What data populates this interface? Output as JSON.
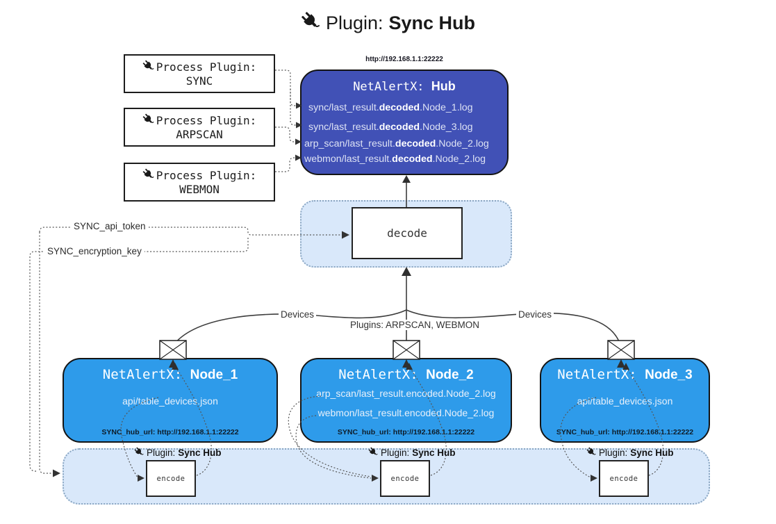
{
  "title": {
    "icon": "plug-icon",
    "prefix": "Plugin:",
    "name": "Sync Hub"
  },
  "process_plugins": {
    "label": "Process Plugin:",
    "items": [
      {
        "name": "SYNC"
      },
      {
        "name": "ARPSCAN"
      },
      {
        "name": "WEBMON"
      }
    ]
  },
  "hub": {
    "url": "http://192.168.1.1:22222",
    "title_prefix": "NetAlertX:",
    "title_name": "Hub",
    "files": [
      {
        "pre": "sync/last_result.",
        "bold": "decoded",
        "post": ".Node_1.log"
      },
      {
        "pre": "sync/last_result.",
        "bold": "decoded",
        "post": ".Node_3.log"
      },
      {
        "pre": "arp_scan/last_result.",
        "bold": "decoded",
        "post": ".Node_2.log"
      },
      {
        "pre": "webmon/last_result.",
        "bold": "decoded",
        "post": ".Node_2.log"
      }
    ]
  },
  "decode_box": {
    "label": "decode"
  },
  "secrets": {
    "api_token": "SYNC_api_token",
    "encryption_key": "SYNC_encryption_key"
  },
  "edge_labels": {
    "devices_left": "Devices",
    "devices_right": "Devices",
    "plugins_center": "Plugins: ARPSCAN, WEBMON"
  },
  "nodes": [
    {
      "title_prefix": "NetAlertX:",
      "title_name": "Node_1",
      "files": [
        "api/table_devices.json"
      ],
      "hub_url": "SYNC_hub_url: http://192.168.1.1:22222"
    },
    {
      "title_prefix": "NetAlertX:",
      "title_name": "Node_2",
      "files": [
        "arp_scan/last_result.encoded.Node_2.log",
        "webmon/last_result.encoded.Node_2.log"
      ],
      "hub_url": "SYNC_hub_url: http://192.168.1.1:22222"
    },
    {
      "title_prefix": "NetAlertX:",
      "title_name": "Node_3",
      "files": [
        "api/table_devices.json"
      ],
      "hub_url": "SYNC_hub_url: http://192.168.1.1:22222"
    }
  ],
  "encode_sections": {
    "plugin_prefix": "Plugin:",
    "plugin_name": "Sync Hub",
    "box_label": "encode"
  },
  "colors": {
    "hub_bg": "#4151b6",
    "node_bg": "#2e9bea",
    "container_bg": "#d9e8fa",
    "container_border": "#8aa6c2",
    "solid_line": "#3d3d3d",
    "dotted_line": "#555555"
  }
}
